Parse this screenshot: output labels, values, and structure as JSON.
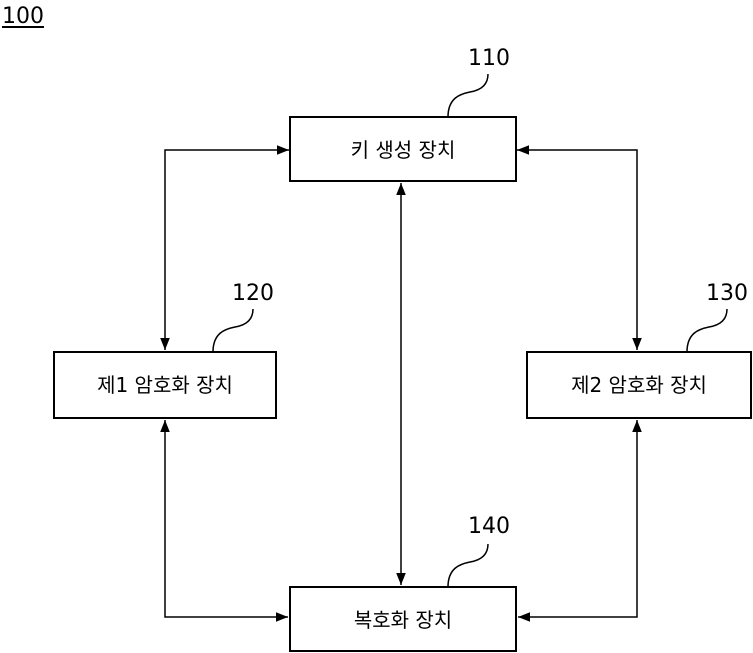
{
  "figure": {
    "label": "100"
  },
  "nodes": {
    "key_gen": {
      "label": "키 생성 장치",
      "ref": "110"
    },
    "enc1": {
      "label": "제1 암호화 장치",
      "ref": "120"
    },
    "enc2": {
      "label": "제2 암호화 장치",
      "ref": "130"
    },
    "decryptor": {
      "label": "복호화 장치",
      "ref": "140"
    }
  }
}
